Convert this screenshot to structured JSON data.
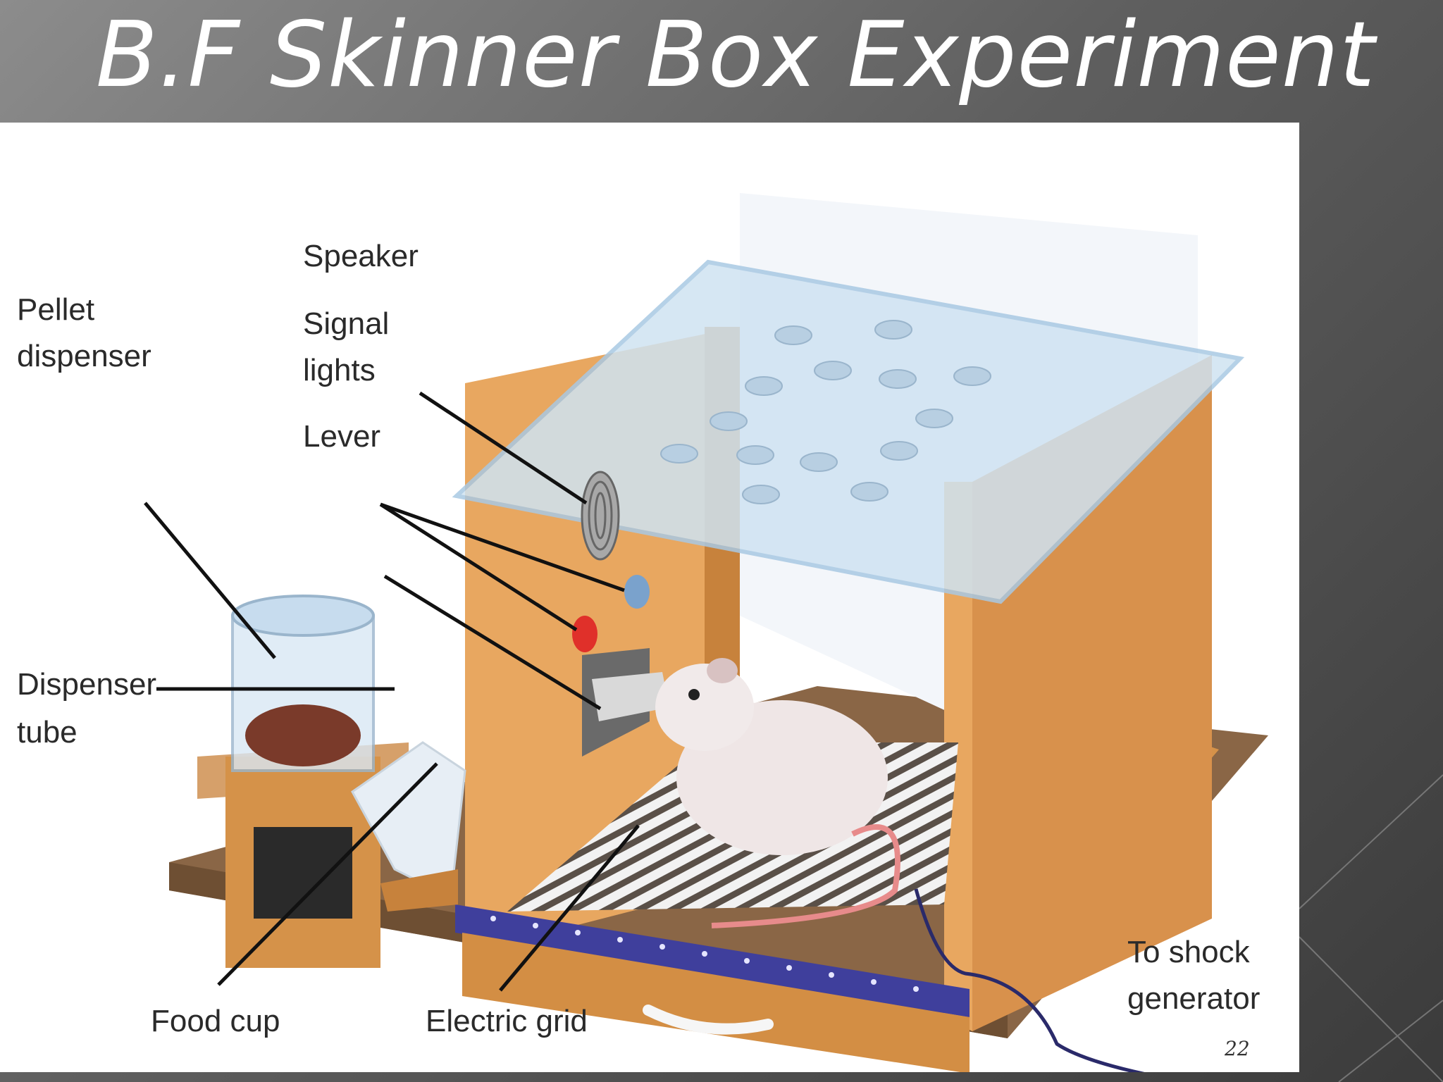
{
  "slide": {
    "title": "B.F Skinner Box Experiment",
    "page_number": "22"
  },
  "diagram": {
    "labels": {
      "speaker": "Speaker",
      "signal_lights_line1": "Signal",
      "signal_lights_line2": "lights",
      "lever": "Lever",
      "pellet_dispenser_line1": "Pellet",
      "pellet_dispenser_line2": "dispenser",
      "dispenser_tube_line1": "Dispenser",
      "dispenser_tube_line2": "tube",
      "food_cup": "Food cup",
      "electric_grid": "Electric grid",
      "shock_line1": "To shock",
      "shock_line2": "generator"
    },
    "colors": {
      "wood": "#e8a760",
      "wood_dark": "#c7823c",
      "base": "#8a6646",
      "glass": "#cfe3f2",
      "grid_rail": "#3f3f9c",
      "signal_red": "#e0302a",
      "signal_blue": "#7aa2cc",
      "rat": "#efe6e6"
    }
  }
}
